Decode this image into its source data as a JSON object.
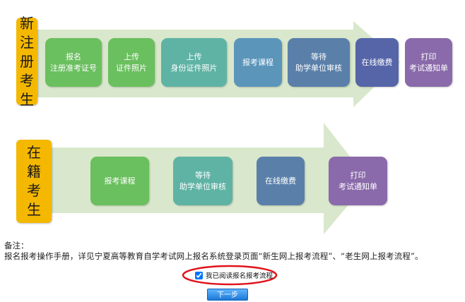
{
  "new_student": {
    "label_chars": [
      "新",
      "注",
      "册",
      "考",
      "生"
    ],
    "steps": [
      {
        "lines": [
          "报名",
          "注册准考证号"
        ],
        "color": "#6abf5e"
      },
      {
        "lines": [
          "上传",
          "证件照片"
        ],
        "color": "#6abf5e"
      },
      {
        "lines": [
          "上传",
          "身份证件照片"
        ],
        "color": "#5fb3a4"
      },
      {
        "lines": [
          "报考课程"
        ],
        "color": "#5b95ba"
      },
      {
        "lines": [
          "等待",
          "助学单位审核"
        ],
        "color": "#5a80aa"
      },
      {
        "lines": [
          "在线缴费"
        ],
        "color": "#5565a8"
      },
      {
        "lines": [
          "打印",
          "考试通知单"
        ],
        "color": "#8a6aaa"
      }
    ]
  },
  "existing_student": {
    "label_chars": [
      "在",
      "籍",
      "考",
      "生"
    ],
    "steps": [
      {
        "lines": [
          "报考课程"
        ],
        "color": "#6abf5e"
      },
      {
        "lines": [
          "等待",
          "助学单位审核"
        ],
        "color": "#5fb3a4"
      },
      {
        "lines": [
          "在线缴费"
        ],
        "color": "#5a80aa"
      },
      {
        "lines": [
          "打印",
          "考试通知单"
        ],
        "color": "#8a6aaa"
      }
    ]
  },
  "notes": {
    "title": "备注：",
    "text": "报名报考操作手册，详见宁夏高等教育自学考试网上报名系统登录页面“新生网上报考流程”、“老生网上报考流程”。"
  },
  "agree_label": "我已阅读报名报考流程",
  "next_button": "下一步",
  "colors": {
    "arrow": "#d9e8cc",
    "tag": "#f5b800",
    "highlight_ellipse": "#e0141b",
    "button": "#2b8be6"
  }
}
